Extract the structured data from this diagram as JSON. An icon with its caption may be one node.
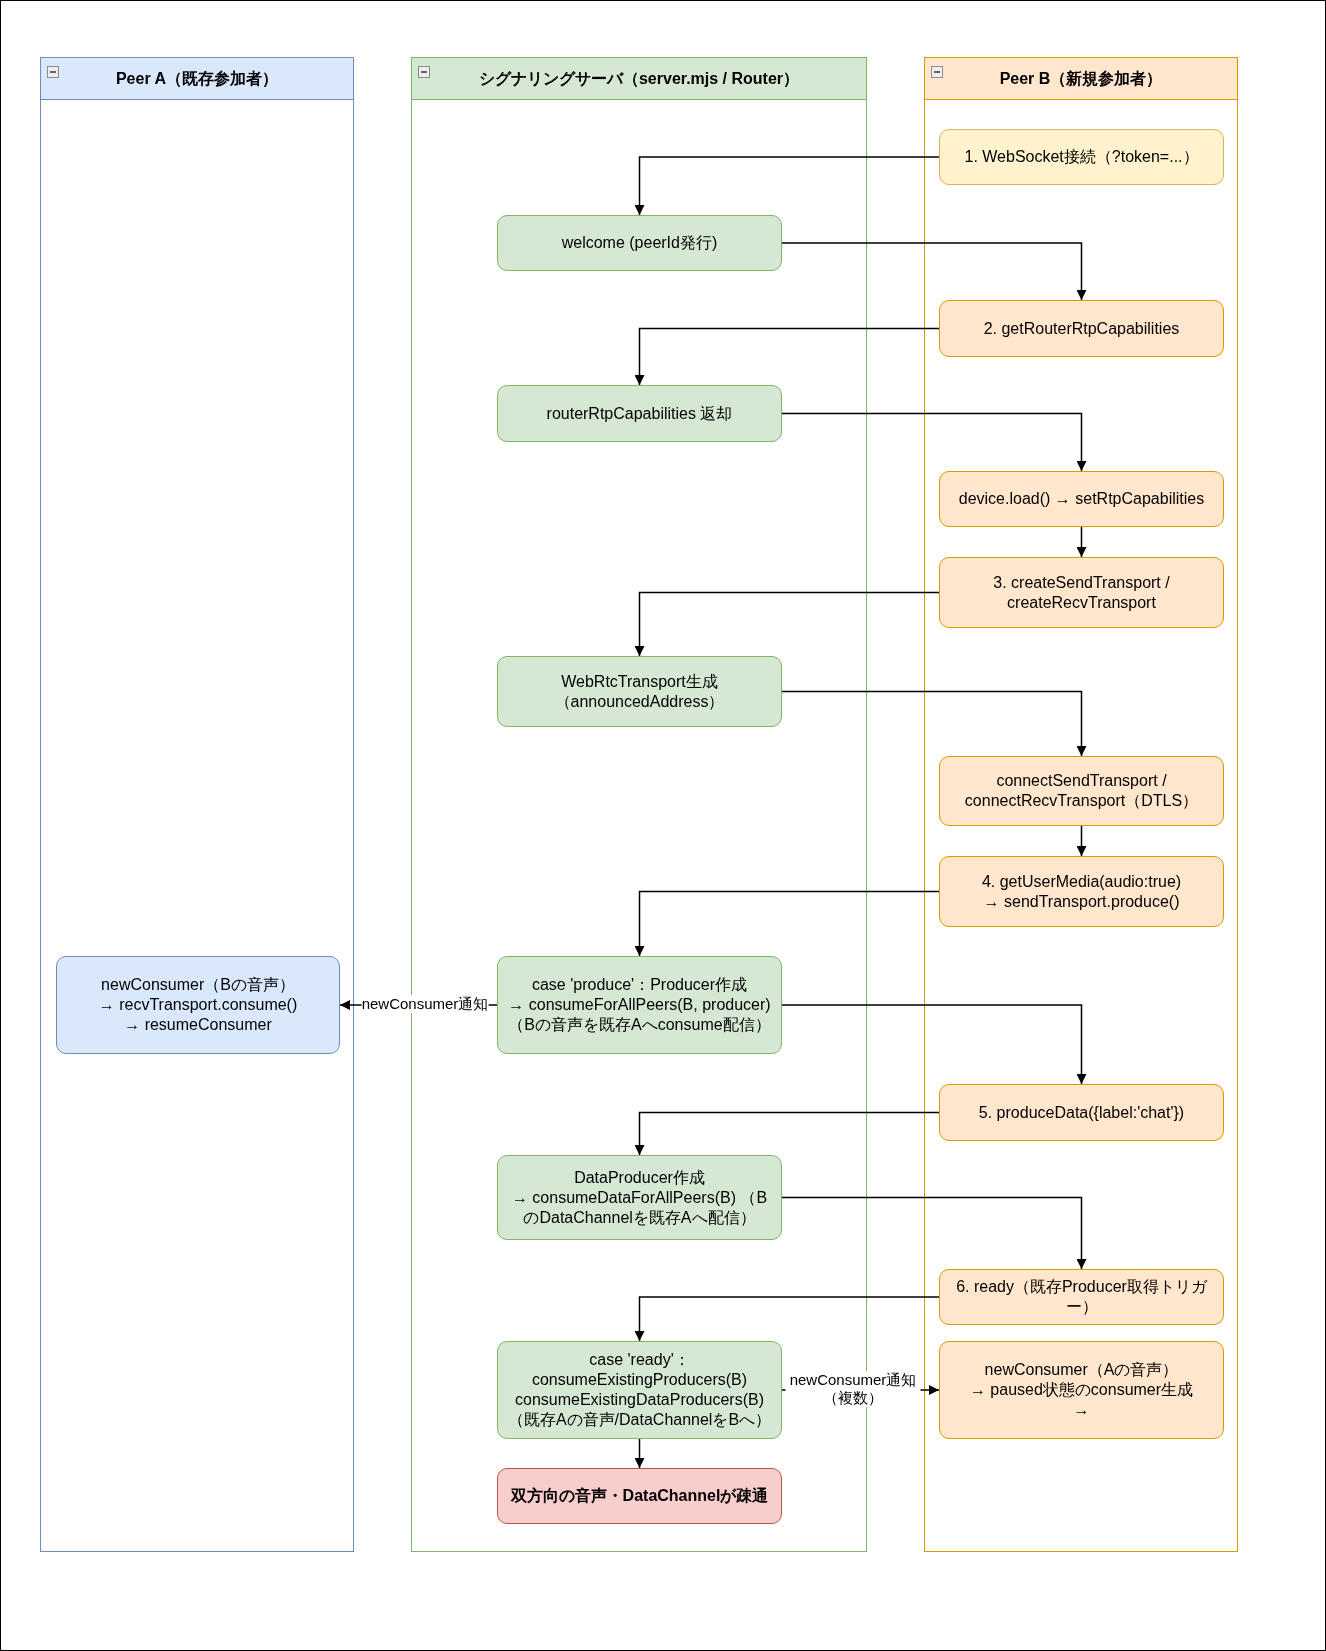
{
  "diagram": {
    "nodes": [
      {
        "text": [
          "Peer A（既存参加者）"
        ]
      },
      {
        "text": [
          "シグナリングサーバ（server.mjs / Router）"
        ]
      },
      {
        "text": [
          "Peer B（新規参加者）"
        ]
      },
      {
        "text": [
          "1. WebSocket接続（?token=...）"
        ],
        "in": 2
      },
      {
        "text": [
          "welcome (peerId発行)"
        ],
        "in": 1
      },
      {
        "text": [
          "2. getRouterRtpCapabilities"
        ],
        "in": 2
      },
      {
        "text": [
          "routerRtpCapabilities 返却"
        ],
        "in": 1
      },
      {
        "text": [
          "device.load() → setRtpCapabilities"
        ],
        "in": 2
      },
      {
        "text": [
          "3. createSendTransport / createRecvTransport"
        ],
        "in": 2
      },
      {
        "text": [
          "WebRtcTransport生成（announcedAddress）"
        ],
        "in": 1
      },
      {
        "text": [
          "connectSendTransport / connectRecvTransport（DTLS）"
        ],
        "in": 2
      },
      {
        "text": [
          "4. getUserMedia(audio:true) → sendTransport.produce()"
        ],
        "in": 2
      },
      {
        "text": [
          "newConsumer（Bの音声） → recvTransport.consume() → resumeConsumer"
        ],
        "in": 0
      },
      {
        "text": [
          "case 'produce'：Producer作成 → consumeForAllPeers(B, producer) （Bの音声を既存Aへconsume配信）"
        ],
        "in": 1
      },
      {
        "text": [
          "5. produceData({label:'chat'})"
        ],
        "in": 2
      },
      {
        "text": [
          "DataProducer作成 → consumeDataForAllPeers(B) （BのDataChannelを既存Aへ配信）"
        ],
        "in": 1
      },
      {
        "text": [
          "6. ready（既存Producer取得トリガー）"
        ],
        "in": 2
      },
      {
        "text": [
          "case 'ready'： consumeExistingProducers(B) consumeExistingDataProducers(B) （既存Aの音声/DataChannelをBへ）"
        ],
        "in": 1
      },
      {
        "text": [
          "newConsumer（Aの音声） → paused状態のconsumer生成 →"
        ],
        "in": 2
      },
      {
        "text": [
          "双方向の音声・DataChannelが疎通"
        ],
        "in": 1
      }
    ],
    "edges": [
      {
        "from": 3,
        "to": 4,
        "arrow": "to"
      },
      {
        "from": 4,
        "to": 5,
        "arrow": "to"
      },
      {
        "from": 5,
        "to": 6,
        "arrow": "to"
      },
      {
        "from": 6,
        "to": 7,
        "arrow": "to"
      },
      {
        "from": 7,
        "to": 8,
        "arrow": "to"
      },
      {
        "from": 8,
        "to": 9,
        "arrow": "to"
      },
      {
        "from": 9,
        "to": 10,
        "arrow": "to"
      },
      {
        "from": 10,
        "to": 11,
        "arrow": "to"
      },
      {
        "from": 11,
        "to": 13,
        "arrow": "to"
      },
      {
        "from": 13,
        "to": 12,
        "arrow": "to",
        "label": "newConsumer通知"
      },
      {
        "from": 13,
        "to": 14,
        "arrow": "to"
      },
      {
        "from": 14,
        "to": 15,
        "arrow": "to"
      },
      {
        "from": 15,
        "to": 16,
        "arrow": "to"
      },
      {
        "from": 16,
        "to": 17,
        "arrow": "to"
      },
      {
        "from": 17,
        "to": 18,
        "arrow": "to",
        "label": "newConsumer通知（複数）"
      },
      {
        "from": 17,
        "to": 19,
        "arrow": "to"
      }
    ]
  }
}
